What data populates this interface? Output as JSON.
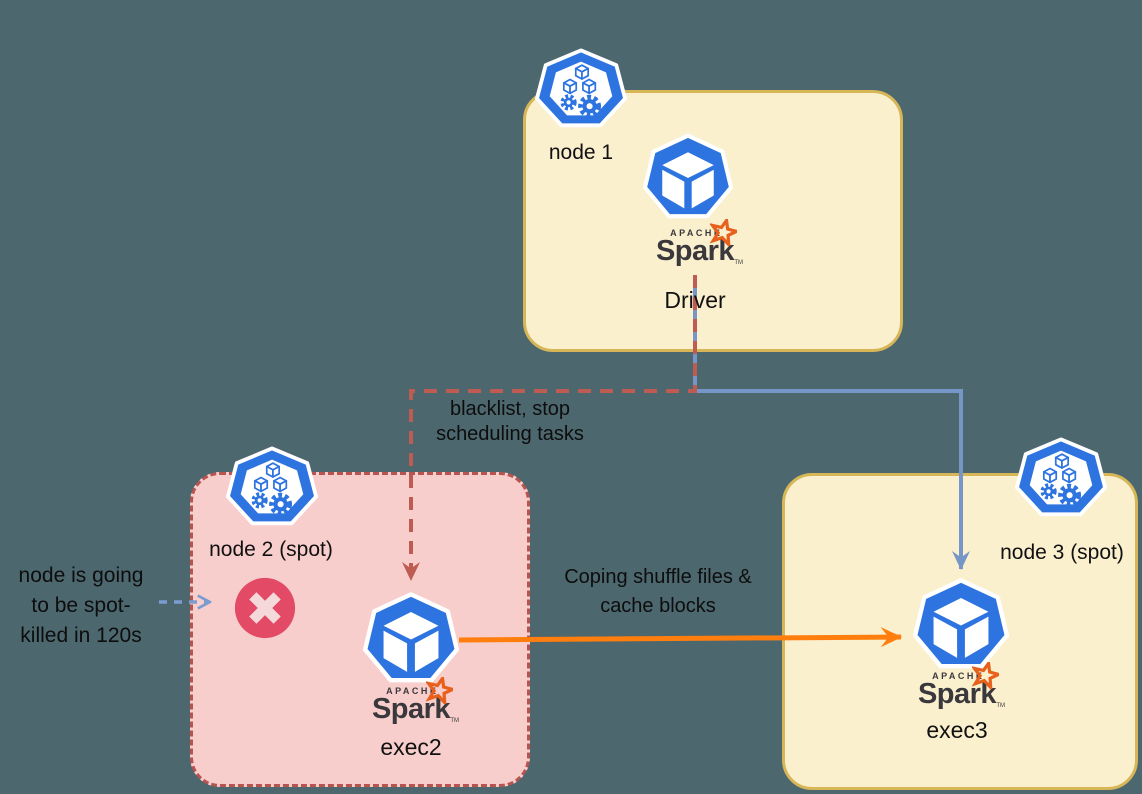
{
  "diagram": {
    "background_color": "#4C676E",
    "nodes": [
      {
        "id": "node1",
        "label": "node 1",
        "pod": "Driver",
        "fill": "#FAF0CE",
        "border": "#D6B656",
        "border_style": "solid"
      },
      {
        "id": "node2",
        "label": "node 2 (spot)",
        "pod": "exec2",
        "fill": "#F8CECC",
        "border": "#B85450",
        "border_style": "dashed",
        "status": "being-spot-killed"
      },
      {
        "id": "node3",
        "label": "node 3 (spot)",
        "pod": "exec3",
        "fill": "#FAF0CE",
        "border": "#D6B656",
        "border_style": "solid"
      }
    ],
    "edges": [
      {
        "from": "Driver",
        "to": "exec2",
        "style": "dashed",
        "color": "#BE5B52",
        "label_lines": [
          "blacklist, stop",
          "scheduling tasks"
        ]
      },
      {
        "from": "Driver",
        "to": "exec3",
        "style": "solid",
        "color": "#7696C8",
        "label_lines": []
      },
      {
        "from": "exec2",
        "to": "exec3",
        "style": "solid",
        "color": "#FF7E0E",
        "label_lines": [
          "Coping shuffle files &",
          "cache blocks"
        ]
      },
      {
        "from": "annotation",
        "to": "node2",
        "style": "dashed",
        "color": "#7B9CD1",
        "label_lines": [
          "node is going",
          "to be spot-",
          "killed in 120s"
        ]
      }
    ],
    "colors": {
      "k8s_blue": "#2D74E0",
      "error_circle": "#E24A66",
      "error_cross": "#F5D8DA",
      "spark_orange": "#E8611C",
      "spark_text": "#3A383C",
      "text": "#111111"
    }
  },
  "spark": {
    "apache": "APACHE",
    "name": "Spark",
    "tm": "TM"
  }
}
